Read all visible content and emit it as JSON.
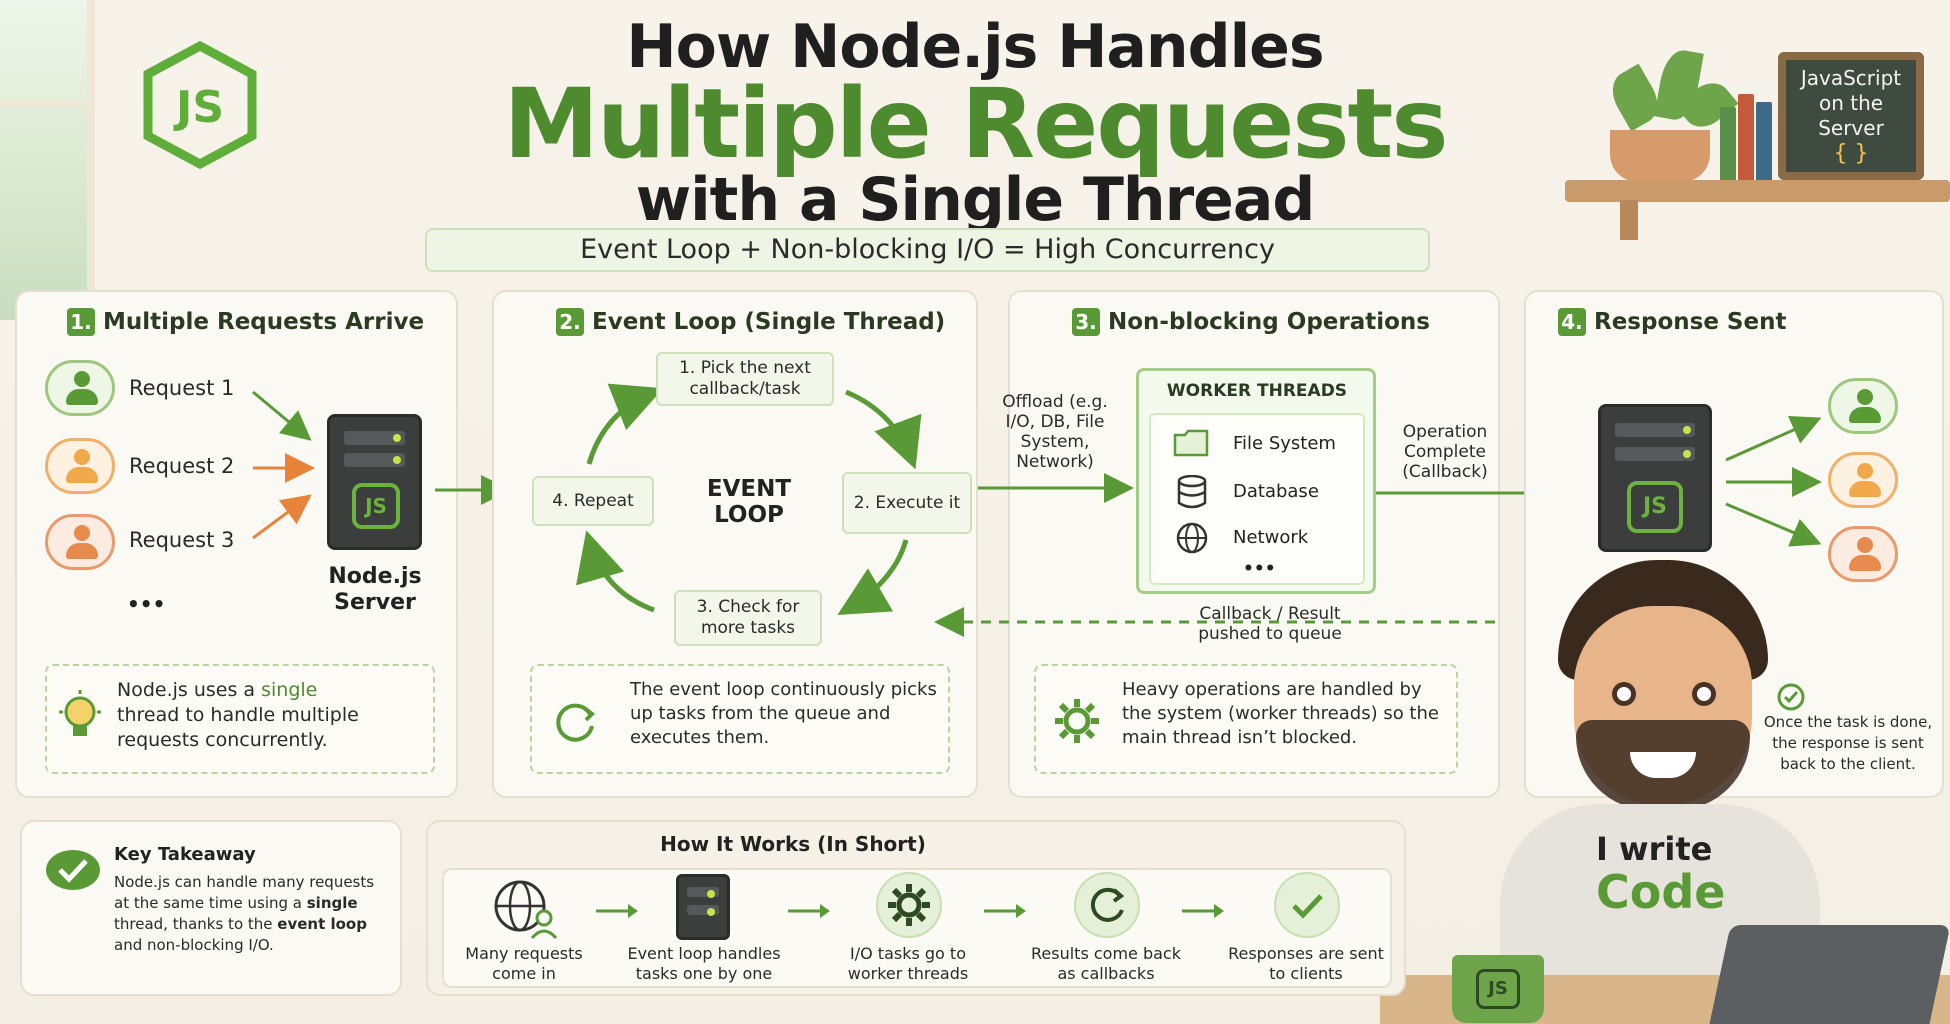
{
  "title": {
    "line1": "How Node.js Handles",
    "line2": "Multiple Requests",
    "line3": "with a Single Thread",
    "subtitle": "Event Loop + Non-blocking I/O = High Concurrency"
  },
  "logo": {
    "text": "JS",
    "icon": "nodejs-hex-logo-icon"
  },
  "chalkboard": {
    "line1": "JavaScript",
    "line2": "on the",
    "line3": "Server",
    "brace": "{ }"
  },
  "panels": {
    "p1": {
      "number": "1.",
      "title": "Multiple Requests Arrive",
      "requests": [
        "Request 1",
        "Request 2",
        "Request 3"
      ],
      "ellipsis": "•••",
      "server_label_1": "Node.js",
      "server_label_2": "Server",
      "server_logo": "JS",
      "note_pre": "Node.js uses a ",
      "note_highlight": "single",
      "note_post": "thread to handle multiple requests concurrently."
    },
    "p2": {
      "number": "2.",
      "title": "Event Loop (Single Thread)",
      "step1": "1. Pick the next callback/task",
      "step2": "2. Execute it",
      "step3": "3. Check for more tasks",
      "step4": "4. Repeat",
      "center_1": "EVENT",
      "center_2": "LOOP",
      "note": "The event loop continuously picks up tasks from the queue and executes them."
    },
    "p3": {
      "number": "3.",
      "title": "Non-blocking Operations",
      "offload": "Offload (e.g. I/O, DB, File System, Network)",
      "worker_title": "WORKER THREADS",
      "workers": [
        "File System",
        "Database",
        "Network"
      ],
      "ellipsis": "•••",
      "complete": "Operation Complete (Callback)",
      "callback": "Callback / Result pushed to queue",
      "note": "Heavy operations are handled by the system (worker threads) so the main thread isn’t blocked."
    },
    "p4": {
      "number": "4.",
      "title": "Response Sent",
      "server_logo": "JS",
      "note": "Once the task is done, the response is sent back to the client."
    }
  },
  "takeaway": {
    "title": "Key Takeaway",
    "text_a": "Node.js can handle many requests at the same time using a ",
    "text_b": "single",
    "text_c": " thread, thanks to the ",
    "text_d": "event loop",
    "text_e": " and non-blocking I/O."
  },
  "summary": {
    "title": "How It Works (In Short)",
    "steps": [
      "Many requests come in",
      "Event loop handles tasks one by one",
      "I/O tasks go to worker threads",
      "Results come back as callbacks",
      "Responses are sent to clients"
    ]
  },
  "character": {
    "shirt_line1": "I write",
    "shirt_line2": "Code",
    "mug_logo": "JS"
  },
  "colors": {
    "accent": "#4e8a2e",
    "accent_light": "#eef5e4",
    "arrow": "#5a9a36",
    "orange": "#e8843a"
  }
}
